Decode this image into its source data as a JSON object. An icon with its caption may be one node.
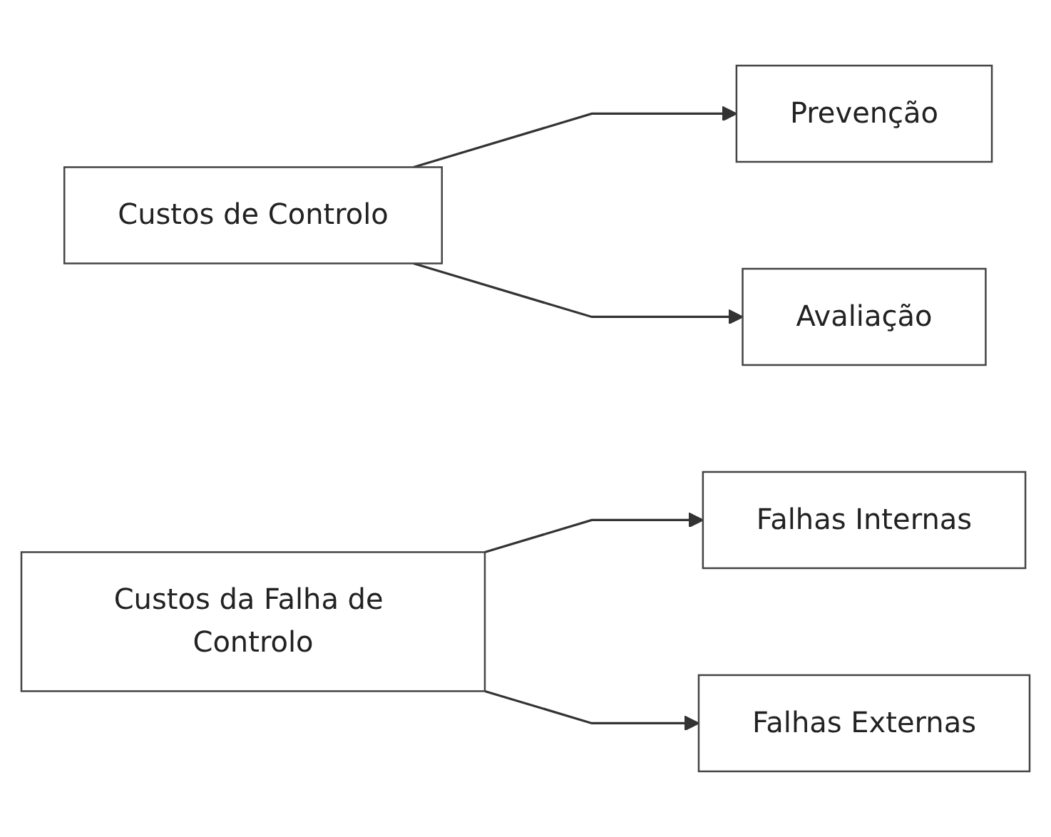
{
  "diagram": {
    "nodes": [
      {
        "text": [
          "Custos de Controlo"
        ]
      },
      {
        "text": [
          "Prevenção"
        ]
      },
      {
        "text": [
          "Avaliação"
        ]
      },
      {
        "text": [
          "Custos da Falha de Controlo"
        ]
      },
      {
        "text": [
          "Falhas Internas"
        ]
      },
      {
        "text": [
          "Falhas Externas"
        ]
      }
    ],
    "edges": [
      {
        "from": 0,
        "to": 1,
        "arrow": "to"
      },
      {
        "from": 0,
        "to": 2,
        "arrow": "to"
      },
      {
        "from": 3,
        "to": 4,
        "arrow": "to"
      },
      {
        "from": 3,
        "to": 5,
        "arrow": "to"
      }
    ]
  }
}
